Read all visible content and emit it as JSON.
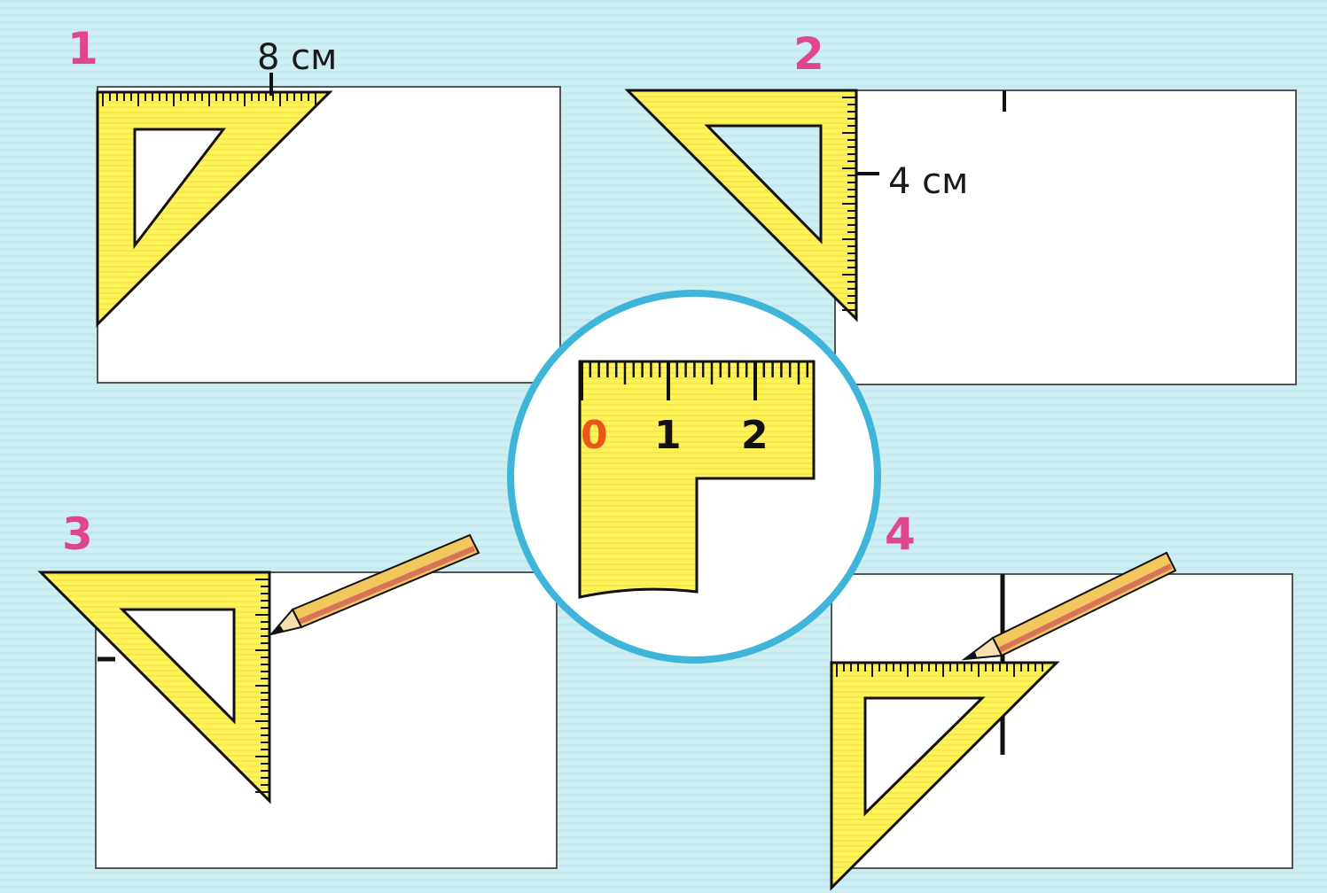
{
  "colors": {
    "background": "#cfeef2",
    "paper": "#ffffff",
    "set_square": "#fff25a",
    "step_number": "#e0468e",
    "magnifier_ring": "#3fb5da",
    "zero_mark": "#e8561a",
    "pencil_body": "#f2c75e",
    "pencil_stripe": "#d9745a"
  },
  "steps": [
    {
      "number": "1",
      "label": "8 см"
    },
    {
      "number": "2",
      "label": "4 см"
    },
    {
      "number": "3"
    },
    {
      "number": "4"
    }
  ],
  "magnifier": {
    "scale_labels": [
      "0",
      "1",
      "2"
    ]
  },
  "icons": {
    "set_square": "set-square-icon",
    "pencil": "pencil-icon",
    "magnifier": "magnifier-icon"
  }
}
